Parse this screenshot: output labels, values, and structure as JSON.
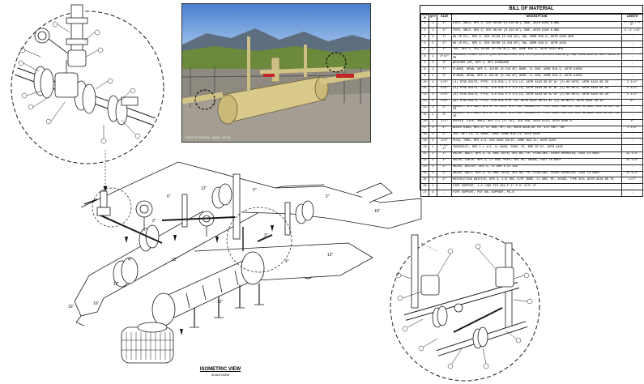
{
  "bom": {
    "title": "BILL OF MATERIAL",
    "headers": [
      "ITEM",
      "QTY",
      "SIZE",
      "DESCRIPTION",
      "LENGTH"
    ],
    "rows": [
      [
        "1",
        "1",
        "2\"",
        "PIPE, SMLS, NPS 2, SCH 40/80 (0.218 WT), BBE, ASTM A106 B BBE",
        "5'-11 7/16\""
      ],
      [
        "2",
        "1",
        "2\"",
        "PIPE, SMLS, NPS 2, SCH 80/40 (0.218 WT), BBE, ASTM A106 B BBE",
        "2'-0 7/8\""
      ],
      [
        "3",
        "2",
        "2\"",
        "90 LR ELL, NPS 2, SCH 40/80 (0.218 WT), BW, ASME B16.9, ASTM A234 WPB",
        "-"
      ],
      [
        "4",
        "2",
        "2\"",
        "90 LR ELL, NPS 2, SCH 40/80 (0.218 WT), BW, ASME B16.9, ASTM A234",
        "-"
      ],
      [
        "5",
        "1",
        "2\"",
        "TEE, NPS 2, SCH 40/80 (0.218 WT), BW, ASME B16.9, ASTM A234 WPB",
        "-"
      ],
      [
        "6",
        "1",
        "4\"x2\"",
        "REDUCER, CONC, NPS 4 (SCH 80/40/0.237 WT) x 2 (SCH 80/40/0.218 WT), BW, ASME B16.9, ASTM A234 WPB",
        "-"
      ],
      [
        "7",
        "2",
        "2\"",
        "WEATHER CAP, NPS 2, MFG STANDARD",
        "-"
      ],
      [
        "8",
        "2",
        "2\"",
        "FLANGE, WFWN, NPS 2, 40/80 (0.218 WT) BORE, CL 600, ASME B16.5, ASTM A105N",
        "-"
      ],
      [
        "9",
        "1",
        "3\"",
        "FLANGE, WFWN, NPS 3, 80/40 (0.216 WT) BORE, CL 600, ASME B16.5, ASTM A105N",
        "-"
      ],
      [
        "10",
        "1",
        "5/8\"",
        "(4) STUD BOLTS, PTFE, 5/8 DIA x 3 3/4 LG, ASTM A193 GR B7 W/ (2) HH NUTS, ASTM A194 GR 2H",
        "3 3/4\""
      ],
      [
        "11",
        "1",
        "5/8\"",
        "(4) STUD BOLTS, PTFE, 5/8 DIA x 4 1/2 LG, ASTM A193 GR B7 W/ (2) HH NUTS, ASTM A194 GR 2H",
        "4 1/2\""
      ],
      [
        "12",
        "1",
        "5/8\"",
        "(4) STUD BOLTS, PTFE, 5/8 DIA x 4 1/2 LG, ASTM A193 GR B7 W/ (2) HH NUTS, ASTM A194 GR 2H",
        "4 1/2\""
      ],
      [
        "13",
        "1",
        "5/8\"",
        "(8) STUD BOLTS, PTFE, 5/8 DIA x 6\" LG, ASTM A193 GR B7 W/ (2) HH NUTS, ASTM A194 GR 2H",
        "6\""
      ],
      [
        "14",
        "2",
        "2\"",
        "GASKET, SPL WND, NPS 2, CL 600, 1/8 THK, CARBON OFF FLR, ASME B16.20, 304 SS WND, 304 SS IR, CG CR",
        "-"
      ],
      [
        "15",
        "1",
        "3\"",
        "GASKET, SPL WND, NPS 3, CL 150, 1/8 THK, CARBON OFF FLR, ASME B16.20, 304 SS WND, 304 SS IR, CG CR",
        "-"
      ],
      [
        "16",
        "1",
        "1/2\"",
        "NIPPLE, PIPE, SMLS, NPS 1/2 (3\" LG), SCH 160, ASTM A733, ASTM A106 B",
        "3\""
      ],
      [
        "17",
        "4",
        "2\"",
        "BLEED RING, NPS 2, CL 600, RF, CS, ASTM A516 GR 70, 1/2 FNPT TAP",
        "1 1/2\""
      ],
      [
        "18",
        "1",
        "2\"",
        "TEE, NPT TO, CL 6000, THRD, ASME B16.11, ASTM A105",
        "-"
      ],
      [
        "19",
        "1",
        "1/2\"",
        "PLUG, THRD, NPS 1/2, HEX HEAD SOLID, ASME B16.11, ASTM A105",
        "-"
      ],
      [
        "20",
        "1",
        "2\"x1/2\"",
        "THREDOLET, NPS 2 x 1/2, CL 6000, THRD, FS, MSS SP-97, ASTM A105",
        "-"
      ],
      [
        "21",
        "1",
        "2\"",
        "VALVE, BALL, NPS 2, CL 600, WTTE, API 6D, FP, FLOATING, LEVER OPERATED, CAST CS BODY",
        "11 1/2\""
      ],
      [
        "22",
        "1",
        "2\"",
        "VALVE, CHECK, NPS 2, CL 600, RFFE, API 6D, SWING, CAST CS BODY",
        "11 1/2\""
      ],
      [
        "23",
        "1",
        "2\"",
        "VALVE, RELIEF, NPS 2, CL 600 X CL 150",
        "-"
      ],
      [
        "24",
        "1",
        "2\"",
        "VALVE, BALL, NPS 2, CL 600, RFFE, API 6D, FP, FLOATING, LEVER OPERATED, CAST CS BODY",
        "11 1/2\""
      ],
      [
        "25",
        "1",
        "2\"",
        "RESTRICTION ORIFICE, NPS 2, 1/8 THK, 5/8\" BORE, CL 600, RF, 304SS, TYPE SCD, ASTM A516 GR 70",
        "1/2\""
      ],
      [
        "26",
        "1",
        "-",
        "PIPE SUPPORT, 1-2 LINE FIG 204-F 2\" P.S. 0=3'-0\"",
        "-"
      ],
      [
        "27",
        "4",
        "-",
        "PIPE SUPPORT, PSY SHL SUPPORT, PS-8",
        "-"
      ]
    ]
  },
  "photo": {
    "caption": "PHOTO TAKEN JUNE, 2012"
  },
  "drawing": {
    "view_title": "ISOMETRIC VIEW",
    "view_scale": "SCALE:NONE",
    "callouts": [
      "16\"",
      "12\"",
      "12\"",
      "12\"",
      "16\"",
      "6\"",
      "6\"",
      "4\"",
      "2\"",
      "12\"",
      "16\"",
      "12\"",
      "4\"",
      "2\"",
      "3\""
    ]
  }
}
